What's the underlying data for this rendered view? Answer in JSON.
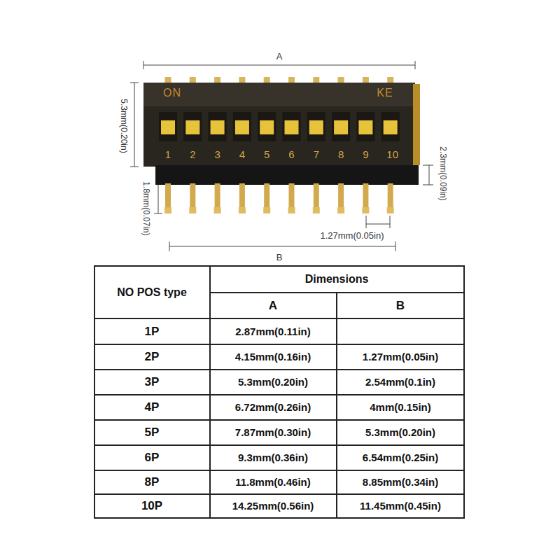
{
  "diagram": {
    "labels": [
      "A",
      "5.3mm(0.20in)",
      "ON",
      "KE",
      "1",
      "2",
      "3",
      "4",
      "5",
      "6",
      "7",
      "8",
      "9",
      "10",
      "2.3mm(0.09in)",
      "1.8mm(0.07in)",
      "1.27mm(0.05in)",
      "B",
      "NO POS type",
      "Dimensions",
      "A",
      "B",
      "1P",
      "2.87mm(0.11in)",
      "2P",
      "4.15mm(0.16in)",
      "1.27mm(0.05in)",
      "3P",
      "5.3mm(0.20in)",
      "2.54mm(0.1in)",
      "4P",
      "6.72mm(0.26in)",
      "4mm(0.15in)",
      "5P",
      "7.87mm(0.30in)",
      "5.3mm(0.20in)",
      "6P",
      "9.3mm(0.36in)",
      "6.54mm(0.25in)",
      "8P",
      "11.8mm(0.46in)",
      "8.85mm(0.34in)",
      "10P",
      "14.25mm(0.56in)",
      "11.45mm(0.45in)"
    ]
  }
}
